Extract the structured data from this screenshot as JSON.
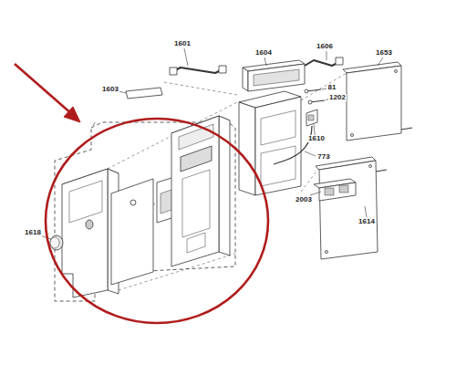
{
  "diagram": {
    "labels": [
      "1601",
      "1604",
      "1606",
      "1653",
      "1603",
      "81",
      "1202",
      "1610",
      "773",
      "2003",
      "1614",
      "1618"
    ]
  }
}
